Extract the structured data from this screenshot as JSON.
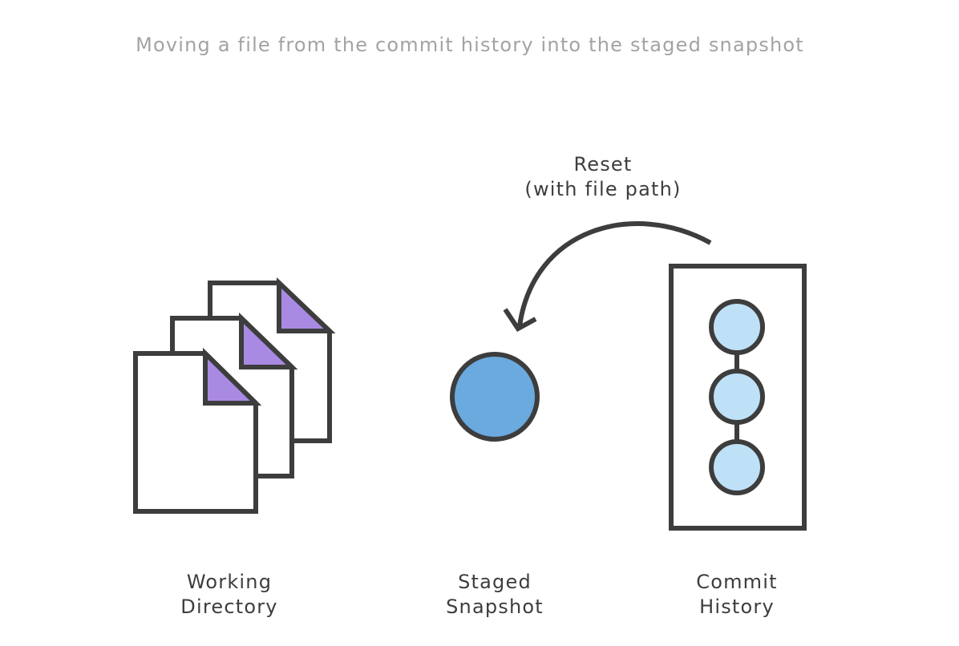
{
  "title": "Moving a file from the commit history into the staged snapshot",
  "arrow_label": {
    "line1": "Reset",
    "line2": "(with file path)"
  },
  "areas": {
    "working": {
      "line1": "Working",
      "line2": "Directory"
    },
    "staged": {
      "line1": "Staged",
      "line2": "Snapshot"
    },
    "commit": {
      "line1": "Commit",
      "line2": "History"
    }
  },
  "colors": {
    "stroke": "#3d3d3d",
    "title_text": "#a3a3a3",
    "file_fill": "#ffffff",
    "file_corner": "#a98ae2",
    "staged_fill": "#6aaade",
    "commit_fill": "#bfe1f8"
  },
  "icons": {
    "working": "file-stack-icon",
    "staged": "staged-file-circle-icon",
    "commit": "commit-history-icon",
    "arrow": "curved-arrow-icon"
  }
}
